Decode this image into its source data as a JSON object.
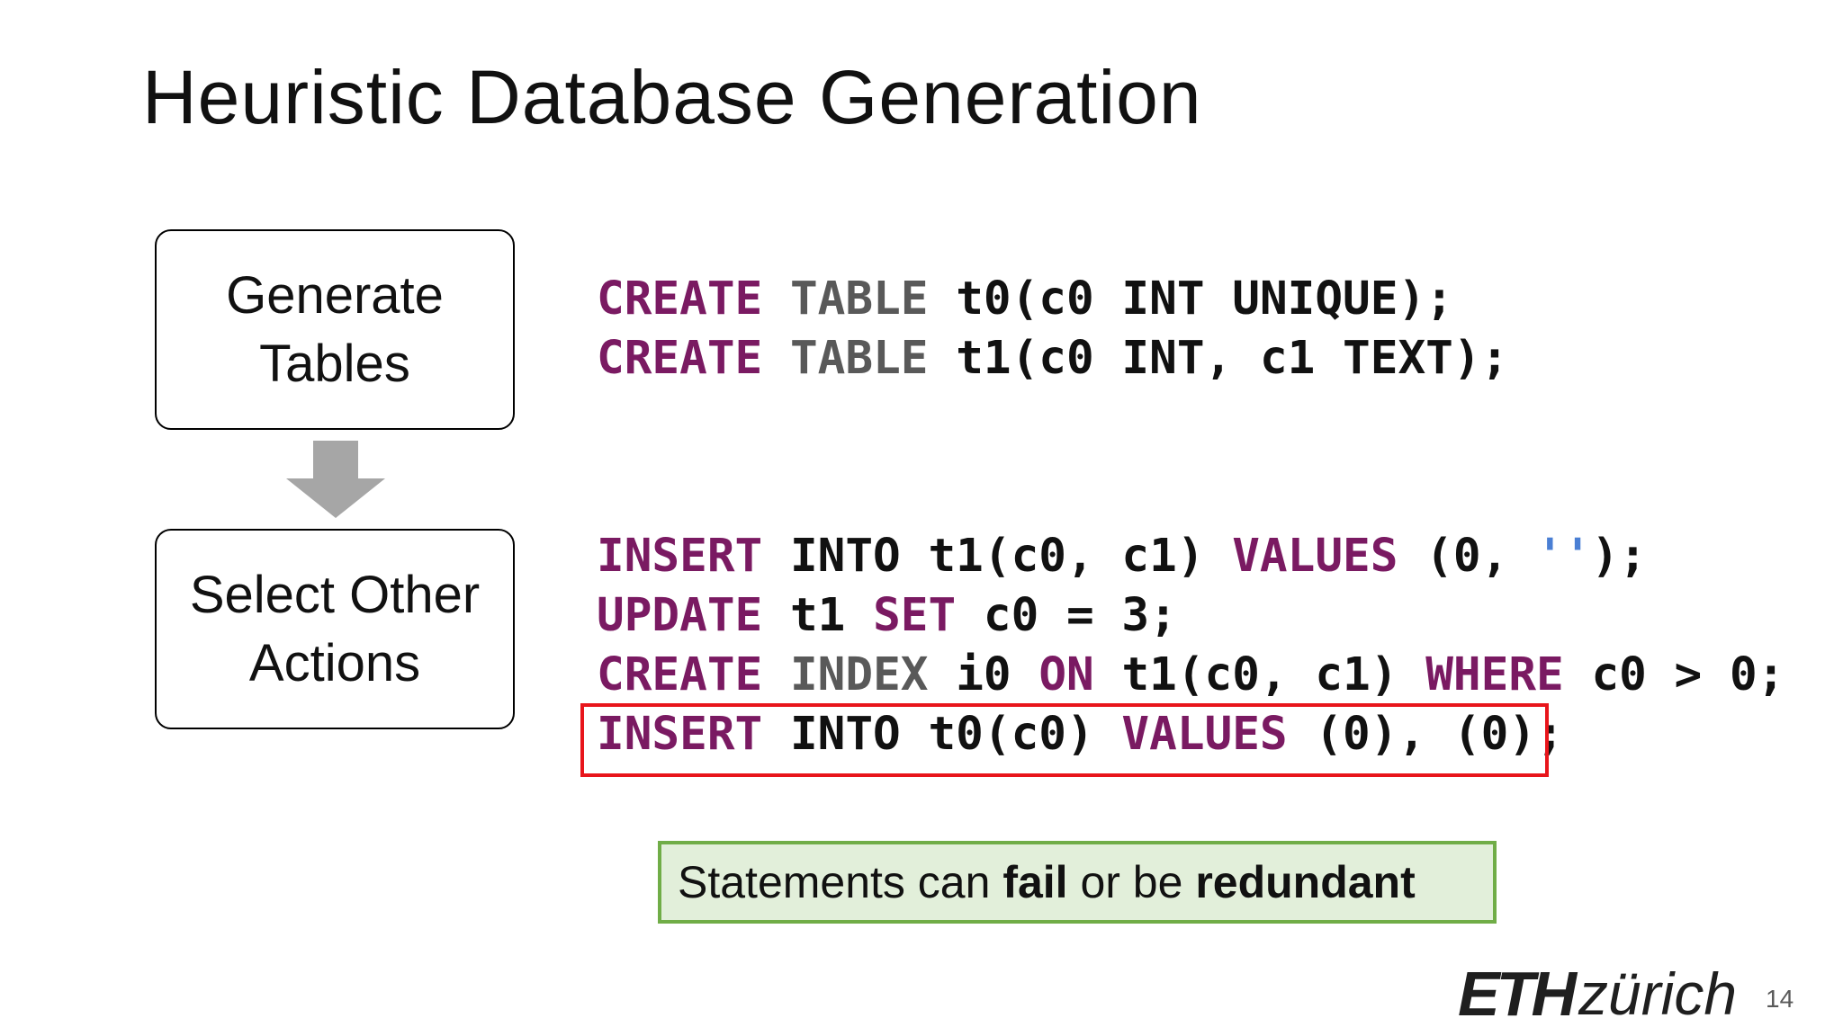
{
  "slide": {
    "title": "Heuristic Database Generation",
    "page_number": "14"
  },
  "flow": {
    "step1": {
      "line1": "Generate",
      "line2": "Tables"
    },
    "step2": {
      "line1": "Select Other",
      "line2": "Actions"
    },
    "arrow_icon": "down-arrow-icon"
  },
  "code": {
    "create_tables": [
      {
        "kw1": "CREATE",
        "kw2": "TABLE",
        "rest": " t0(c0 INT UNIQUE);"
      },
      {
        "kw1": "CREATE",
        "kw2": "TABLE",
        "rest": " t1(c0 INT, c1 TEXT);"
      }
    ],
    "insert_t1": {
      "kw1": "INSERT",
      "p1": " INTO t1(c0, c1) ",
      "kw2": "VALUES",
      "p2": " (0, ",
      "str": "''",
      "p3": ");"
    },
    "update": {
      "kw1": "UPDATE",
      "p1": " t1 ",
      "kw2": "SET",
      "p2": " c0 = 3;"
    },
    "create_index": {
      "kw1": "CREATE",
      "kw2": "INDEX",
      "p1": " i0 ",
      "kw3": "ON",
      "p2": " t1(c0, c1) ",
      "kw4": "WHERE",
      "p3": " c0 > 0;"
    },
    "insert_t0": {
      "kw1": "INSERT",
      "p1": " INTO t0(c0) ",
      "kw2": "VALUES",
      "p2": " (0), (0);"
    }
  },
  "note": {
    "prefix": "Statements can ",
    "bold1": "fail",
    "middle": " or be ",
    "bold2": "redundant"
  },
  "logo": {
    "eth": "ETH",
    "zurich": "zürich"
  },
  "colors": {
    "keyword_purple": "#7a1a62",
    "keyword_gray": "#595959",
    "string_blue": "#4a7fd4",
    "highlight_red": "#e8151b",
    "note_green_border": "#70ad47",
    "note_green_fill": "#e2efda"
  }
}
